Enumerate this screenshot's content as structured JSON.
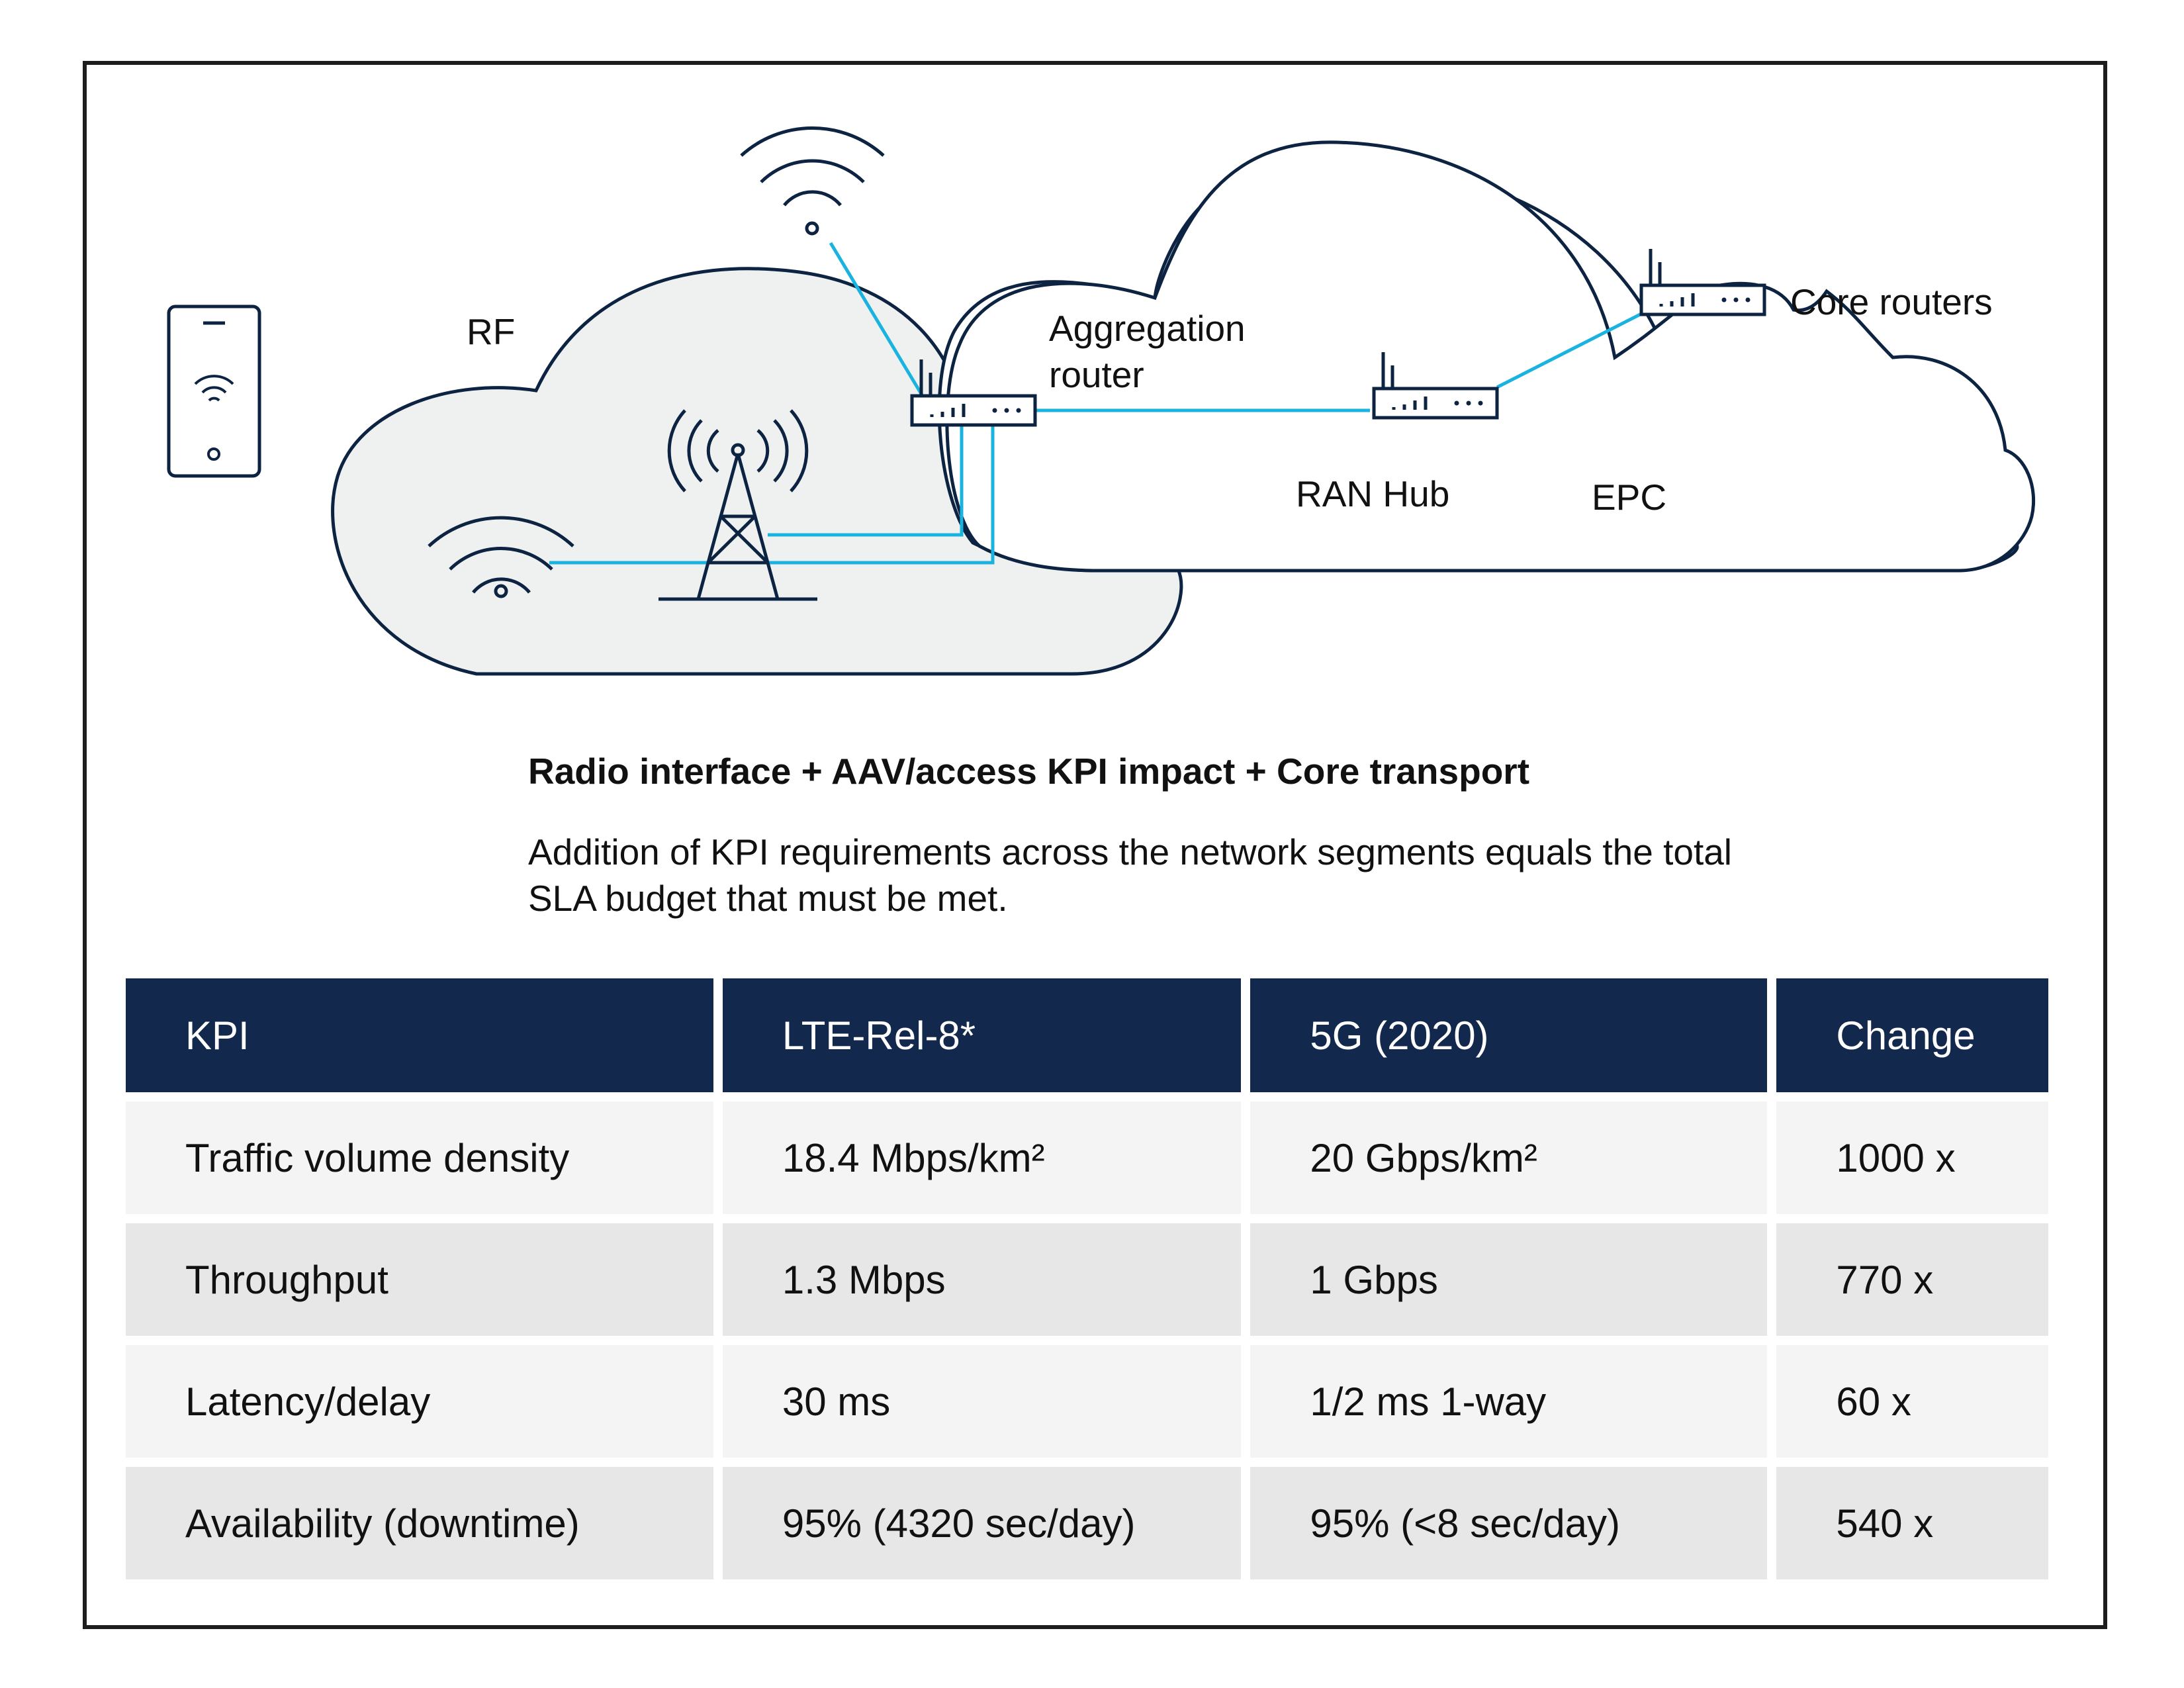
{
  "diagram": {
    "labels": {
      "rf": "RF",
      "aggregation_router_line1": "Aggregation",
      "aggregation_router_line2": "router",
      "ran_hub": "RAN Hub",
      "epc": "EPC",
      "core_routers": "Core routers"
    },
    "colors": {
      "link": "#1ab3e0",
      "outline": "#0d2342",
      "rf_cloud_fill": "#eff1f1",
      "core_cloud_fill": "#ffffff"
    },
    "icons": [
      "smartphone-icon",
      "wifi-access-point-icon",
      "cell-tower-icon",
      "router-icon"
    ]
  },
  "heading": "Radio interface + AAV/access KPI impact + Core transport",
  "description": "Addition of KPI requirements across the network segments equals the total SLA budget that must be met.",
  "table": {
    "header_color": "#12284c",
    "headers": [
      "KPI",
      "LTE-Rel-8*",
      "5G (2020)",
      "Change"
    ],
    "rows": [
      [
        "Traffic volume density",
        "18.4 Mbps/km²",
        "20 Gbps/km²",
        "1000 x"
      ],
      [
        "Throughput",
        "1.3 Mbps",
        "1 Gbps",
        "770 x"
      ],
      [
        "Latency/delay",
        "30 ms",
        "1/2 ms 1-way",
        "60 x"
      ],
      [
        "Availability (downtime)",
        "95% (4320 sec/day)",
        "95% (<8 sec/day)",
        "540 x"
      ]
    ]
  }
}
